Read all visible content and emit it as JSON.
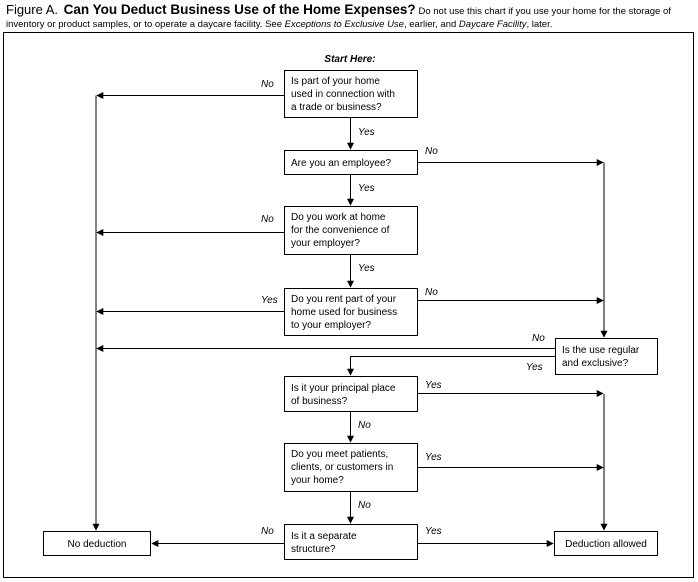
{
  "header": {
    "figure_label": "Figure A.",
    "title": "Can You Deduct Business Use of the Home Expenses?",
    "note_part1": "Do not use this chart if you use your home for the storage of inventory or product samples, or to operate a daycare facility. See",
    "note_ref1": "Exceptions to Exclusive Use",
    "note_part2": ", earlier, and",
    "note_ref2": "Daycare Facility",
    "note_part3": ", later."
  },
  "start_label": "Start Here:",
  "questions": {
    "q1": [
      "Is part of your home",
      "used in connection with",
      "a trade or business?"
    ],
    "q2": [
      "Are you an employee?"
    ],
    "q3": [
      "Do you work at home",
      "for the convenience of",
      "your employer?"
    ],
    "q4": [
      "Do you rent part of your",
      "home used for business",
      "to your employer?"
    ],
    "q5": [
      "Is the use regular",
      "and exclusive?"
    ],
    "q6": [
      "Is it your principal place",
      "of business?"
    ],
    "q7": [
      "Do you meet patients,",
      "clients, or customers in",
      "your home?"
    ],
    "q8": [
      "Is it a separate",
      "structure?"
    ]
  },
  "outcomes": {
    "no_deduction": "No deduction",
    "deduction_allowed": "Deduction allowed"
  },
  "answers": {
    "yes": "Yes",
    "no": "No"
  }
}
